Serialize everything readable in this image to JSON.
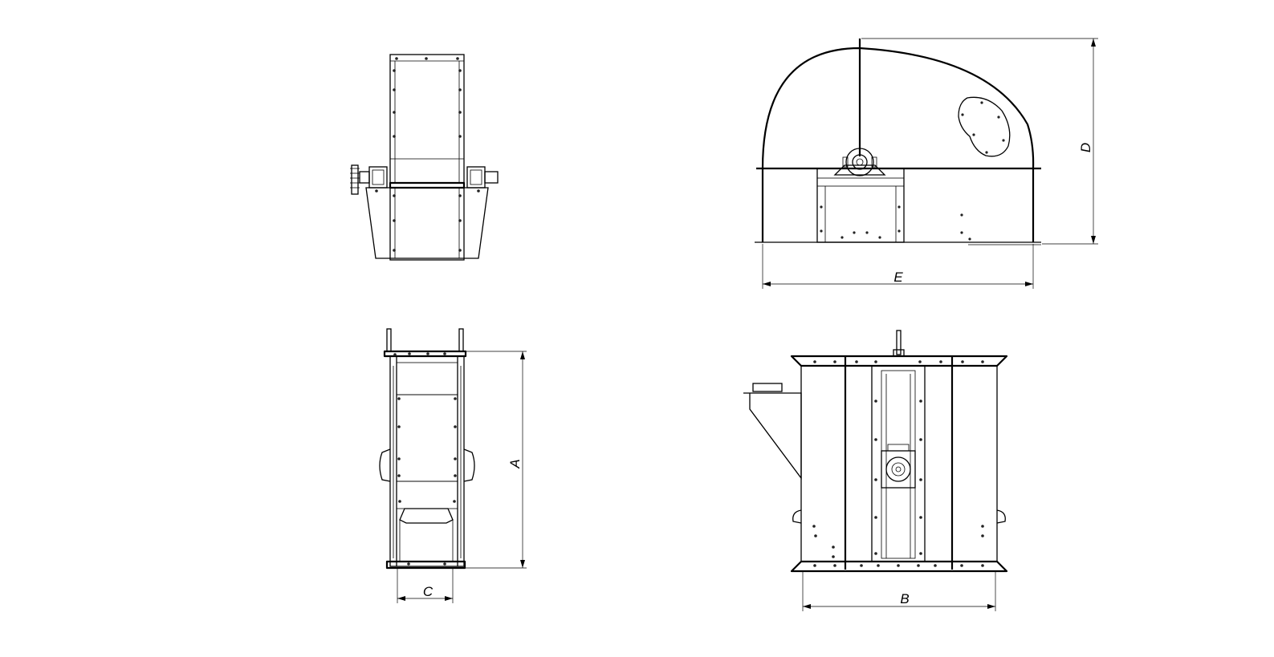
{
  "dimensions": {
    "a": "A",
    "b": "B",
    "c": "C",
    "d": "D",
    "e": "E"
  }
}
